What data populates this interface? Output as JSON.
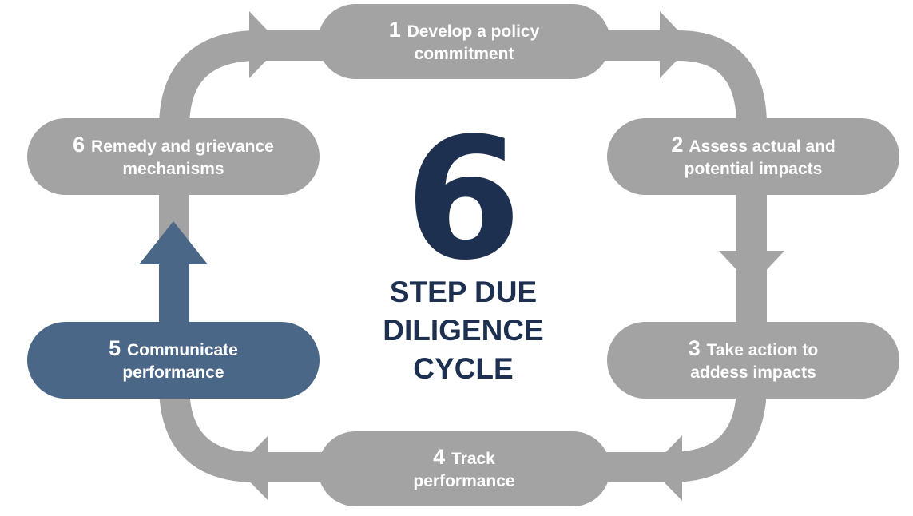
{
  "colors": {
    "step_grey": "#a3a3a3",
    "highlight_blue": "#4a6787",
    "title_navy": "#1d3050"
  },
  "center": {
    "number": "6",
    "line1": "STEP DUE",
    "line2": "DILIGENCE",
    "line3": "CYCLE"
  },
  "steps": [
    {
      "num": "1",
      "line1": "Develop a policy",
      "line2": "commitment"
    },
    {
      "num": "2",
      "line1": "Assess actual and",
      "line2": "potential impacts"
    },
    {
      "num": "3",
      "line1": "Take action to",
      "line2": "addess impacts"
    },
    {
      "num": "4",
      "line1": "Track",
      "line2": "performance"
    },
    {
      "num": "5",
      "line1": "Communicate",
      "line2": "performance"
    },
    {
      "num": "6",
      "line1": "Remedy and grievance",
      "line2": "mechanisms"
    }
  ]
}
